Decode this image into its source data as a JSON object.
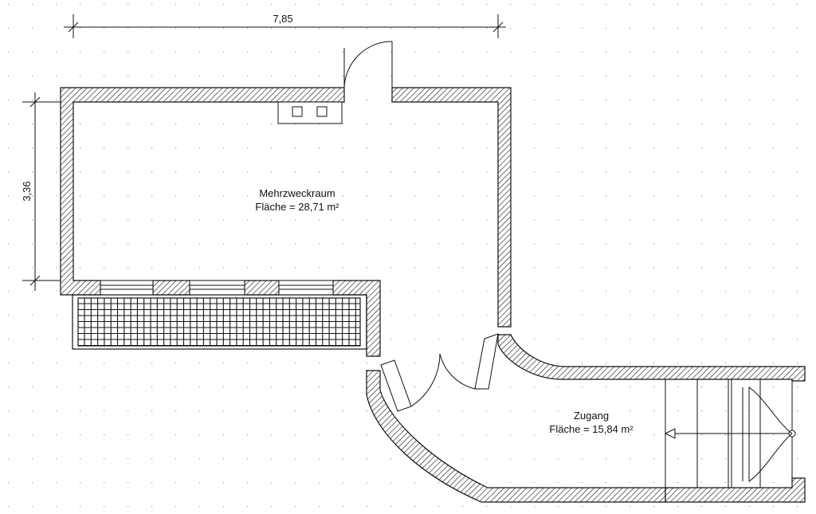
{
  "dimensions": {
    "width_label": "7,85",
    "height_label": "3,36"
  },
  "rooms": [
    {
      "name": "Mehrzweckraum",
      "area": "Fläche = 28,71 m²"
    },
    {
      "name": "Zugang",
      "area": "Fläche = 15,84 m²"
    }
  ],
  "colors": {
    "line": "#111111",
    "hatch": "#222222",
    "grid_dot": "#9a9a9a",
    "background": "#ffffff"
  }
}
